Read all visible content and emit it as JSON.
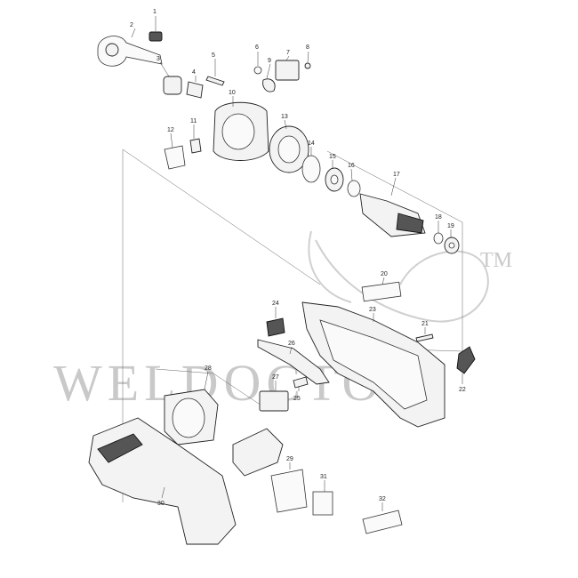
{
  "watermark": {
    "text": "WELDOCTOR",
    "trademark": "TM"
  },
  "labels": {
    "p1": "1",
    "p2": "2",
    "p3": "3",
    "p4": "4",
    "p5": "5",
    "p6": "6",
    "p7": "7",
    "p8": "8",
    "p9": "9",
    "p10": "10",
    "p11": "11",
    "p12": "12",
    "p13": "13",
    "p14": "14",
    "p15": "15",
    "p16": "16",
    "p17": "17",
    "p18": "18",
    "p19": "19",
    "p20": "20",
    "p21": "21",
    "p22": "22",
    "p23": "23",
    "p24": "24",
    "p25": "25",
    "p26": "26",
    "p27": "27",
    "p28": "28",
    "p29": "29",
    "p30": "30",
    "p31": "31",
    "p32": "32"
  }
}
